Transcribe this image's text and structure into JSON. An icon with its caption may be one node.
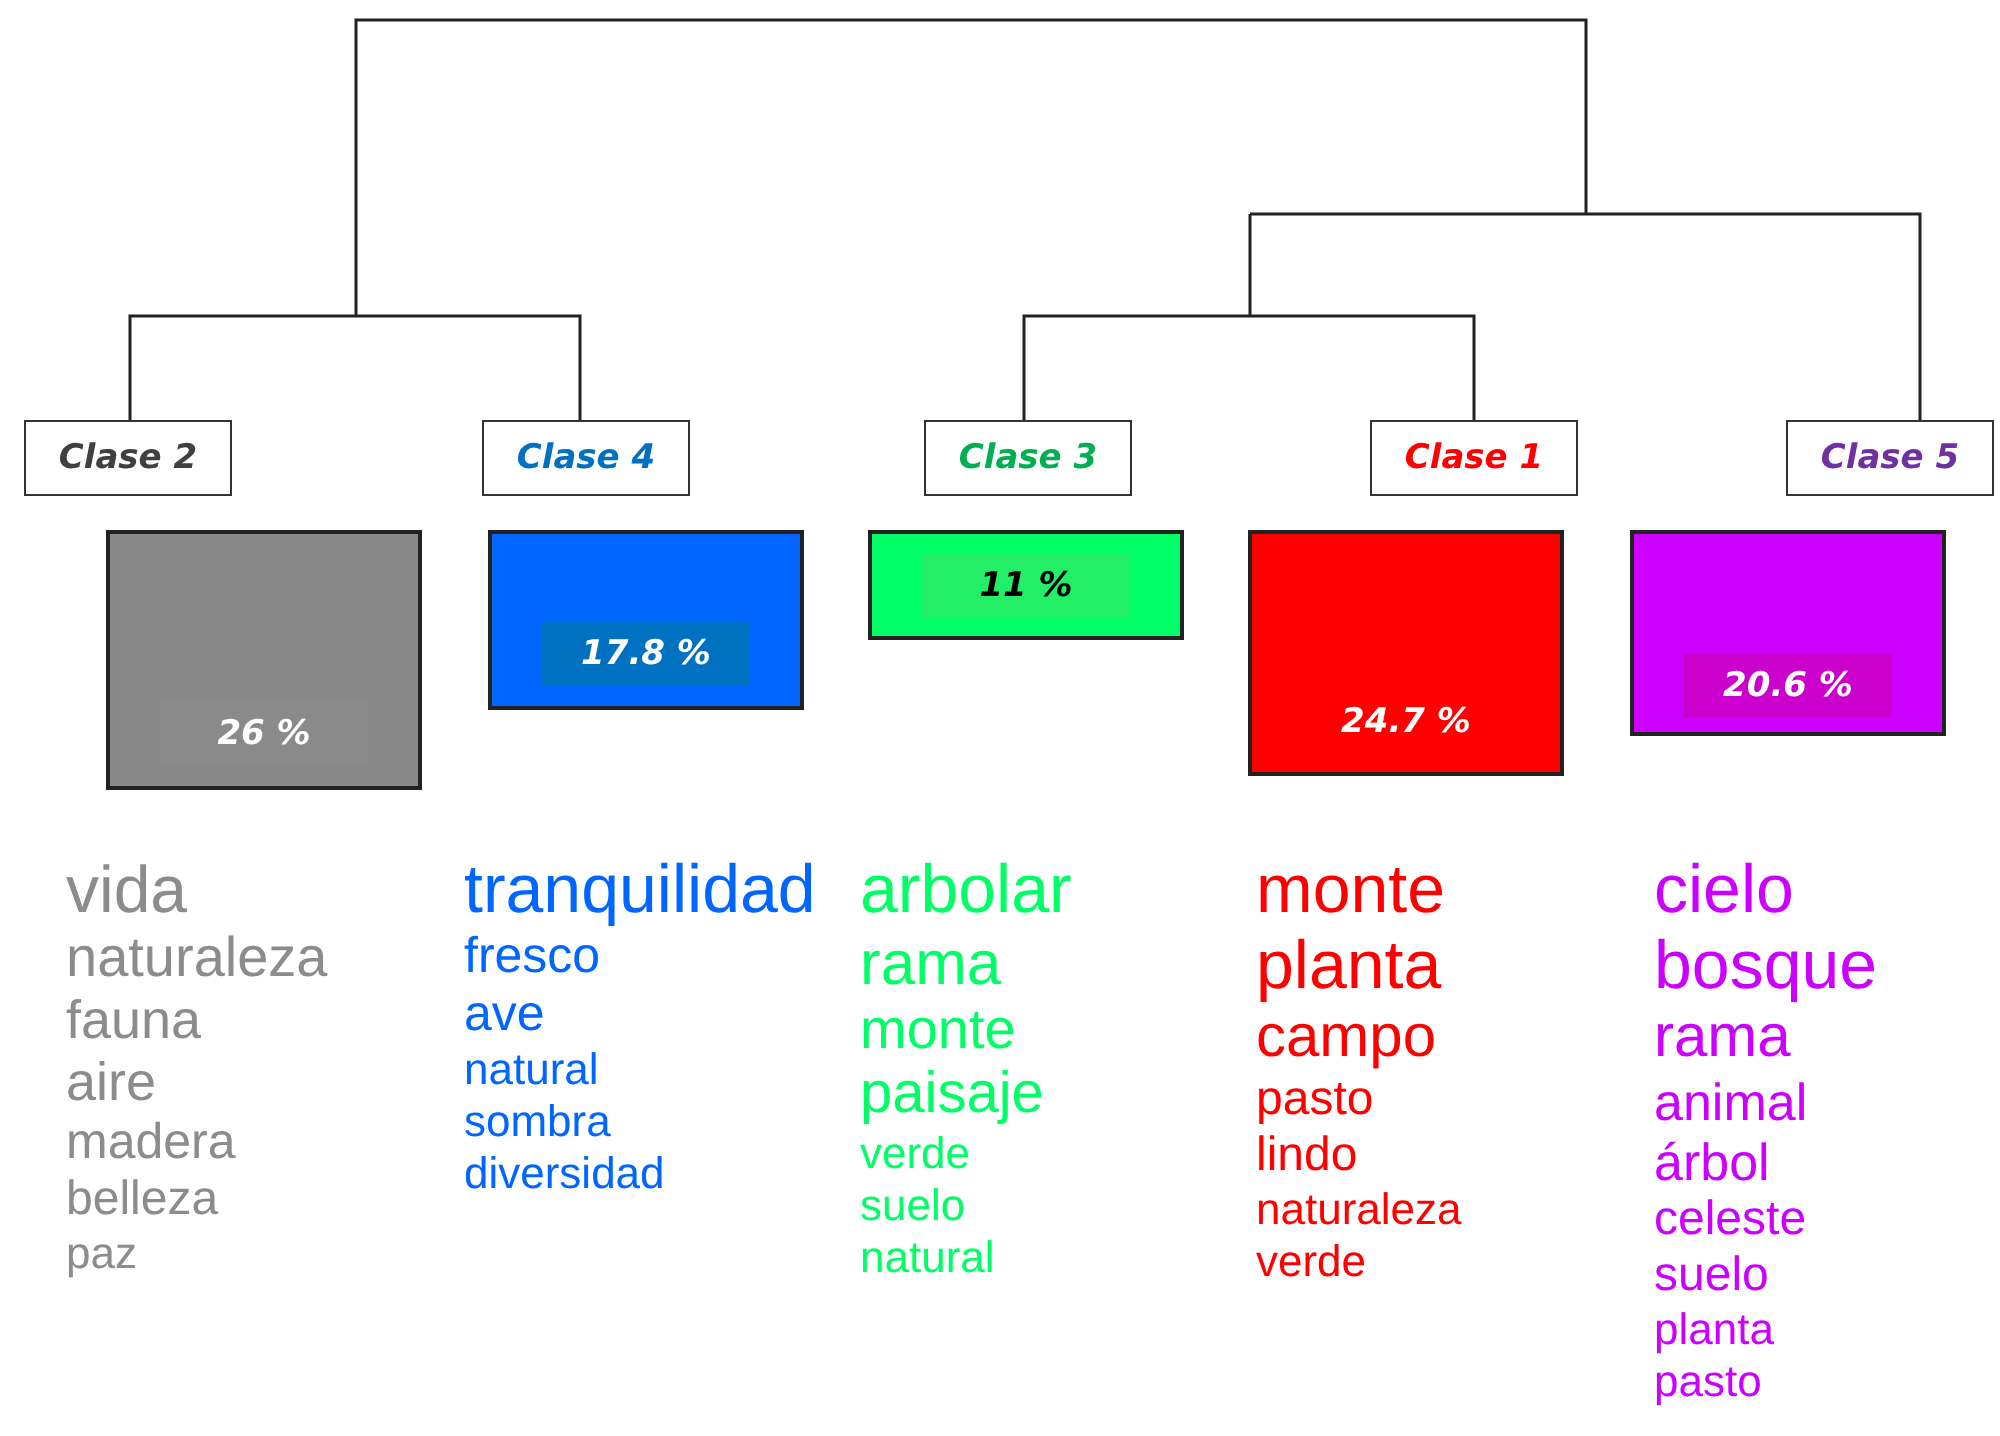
{
  "diagram": {
    "nodes": [
      {
        "text": [
          "Clase 2"
        ]
      },
      {
        "text": [
          "Clase 4"
        ]
      },
      {
        "text": [
          "Clase 3"
        ]
      },
      {
        "text": [
          "Clase 1"
        ]
      },
      {
        "text": [
          "Clase 5"
        ]
      },
      {
        "text": [
          "26 %"
        ],
        "beside": [
          "vida",
          "naturaleza",
          "fauna",
          "aire",
          "madera",
          "belleza",
          "paz"
        ]
      },
      {
        "text": [
          "17.8 %"
        ],
        "beside": [
          "tranquilidad",
          "fresco",
          "ave",
          "natural",
          "sombra",
          "diversidad"
        ]
      },
      {
        "text": [
          "11 %"
        ],
        "beside": [
          "arbolar",
          "rama",
          "monte",
          "paisaje",
          "verde",
          "suelo",
          "natural"
        ]
      },
      {
        "text": [
          "24.7 %"
        ],
        "beside": [
          "monte",
          "planta",
          "campo",
          "pasto",
          "lindo",
          "naturaleza",
          "verde"
        ]
      },
      {
        "text": [
          "20.6 %"
        ],
        "beside": [
          "cielo",
          "bosque",
          "rama",
          "animal",
          "árbol",
          "celeste",
          "suelo",
          "planta",
          "pasto"
        ]
      }
    ]
  }
}
